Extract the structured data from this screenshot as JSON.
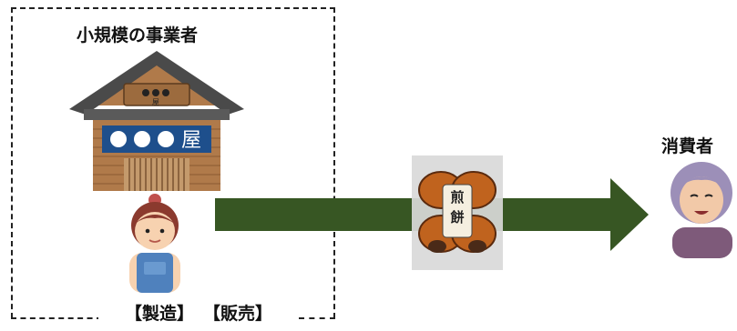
{
  "business": {
    "title": "小規模の事業者",
    "shop_sign_text": "屋",
    "roof_plaque_text": "屋",
    "roles": [
      "【製造】",
      "【販売】"
    ]
  },
  "product": {
    "label_line1": "煎",
    "label_line2": "餅"
  },
  "consumer": {
    "title": "消費者"
  },
  "colors": {
    "arrow": "#375623",
    "wood": "#B07A4A",
    "roof": "#4A4A4A",
    "sign_blue": "#1E4F8C"
  }
}
